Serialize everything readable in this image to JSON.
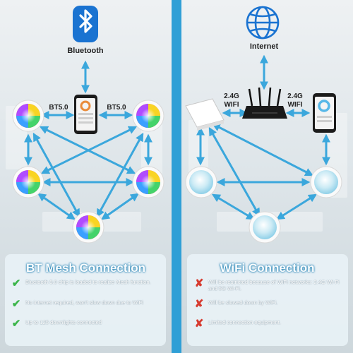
{
  "colors": {
    "divider": "#2f9fd6",
    "arrow": "#3ba7dc",
    "title_outline": "#1c7fb3",
    "check": "#3bb54a",
    "cross": "#d63b2f"
  },
  "left": {
    "top_icon": "bluetooth-logo",
    "top_label": "Bluetooth",
    "link_left": "BT5.0",
    "link_right": "BT5.0",
    "light_style": "rgb-color-wheel",
    "title": "BT Mesh Connection",
    "features": [
      {
        "icon": "check",
        "text": "Bluetooth 5.0 chip is loaded to realize Mesh function."
      },
      {
        "icon": "check",
        "text": "No internet required,  won't slow down due to WiFi"
      },
      {
        "icon": "check",
        "text": "Up to 125 downlights connected"
      }
    ]
  },
  "right": {
    "top_icon": "globe-icon",
    "top_label": "Internet",
    "link_left": "2.4G\nWIFI",
    "link_right": "2.4G\nWIFI",
    "light_style": "soft-white-blue",
    "title": "WiFi Connection",
    "features": [
      {
        "icon": "cross",
        "text": "Will be restricted because of WiFi networks: 2.4G Wi-Fi and 5G Wi-Fi."
      },
      {
        "icon": "cross",
        "text": "Will be slowed down by WiFi."
      },
      {
        "icon": "cross",
        "text": "Limited connection equipment."
      }
    ]
  }
}
